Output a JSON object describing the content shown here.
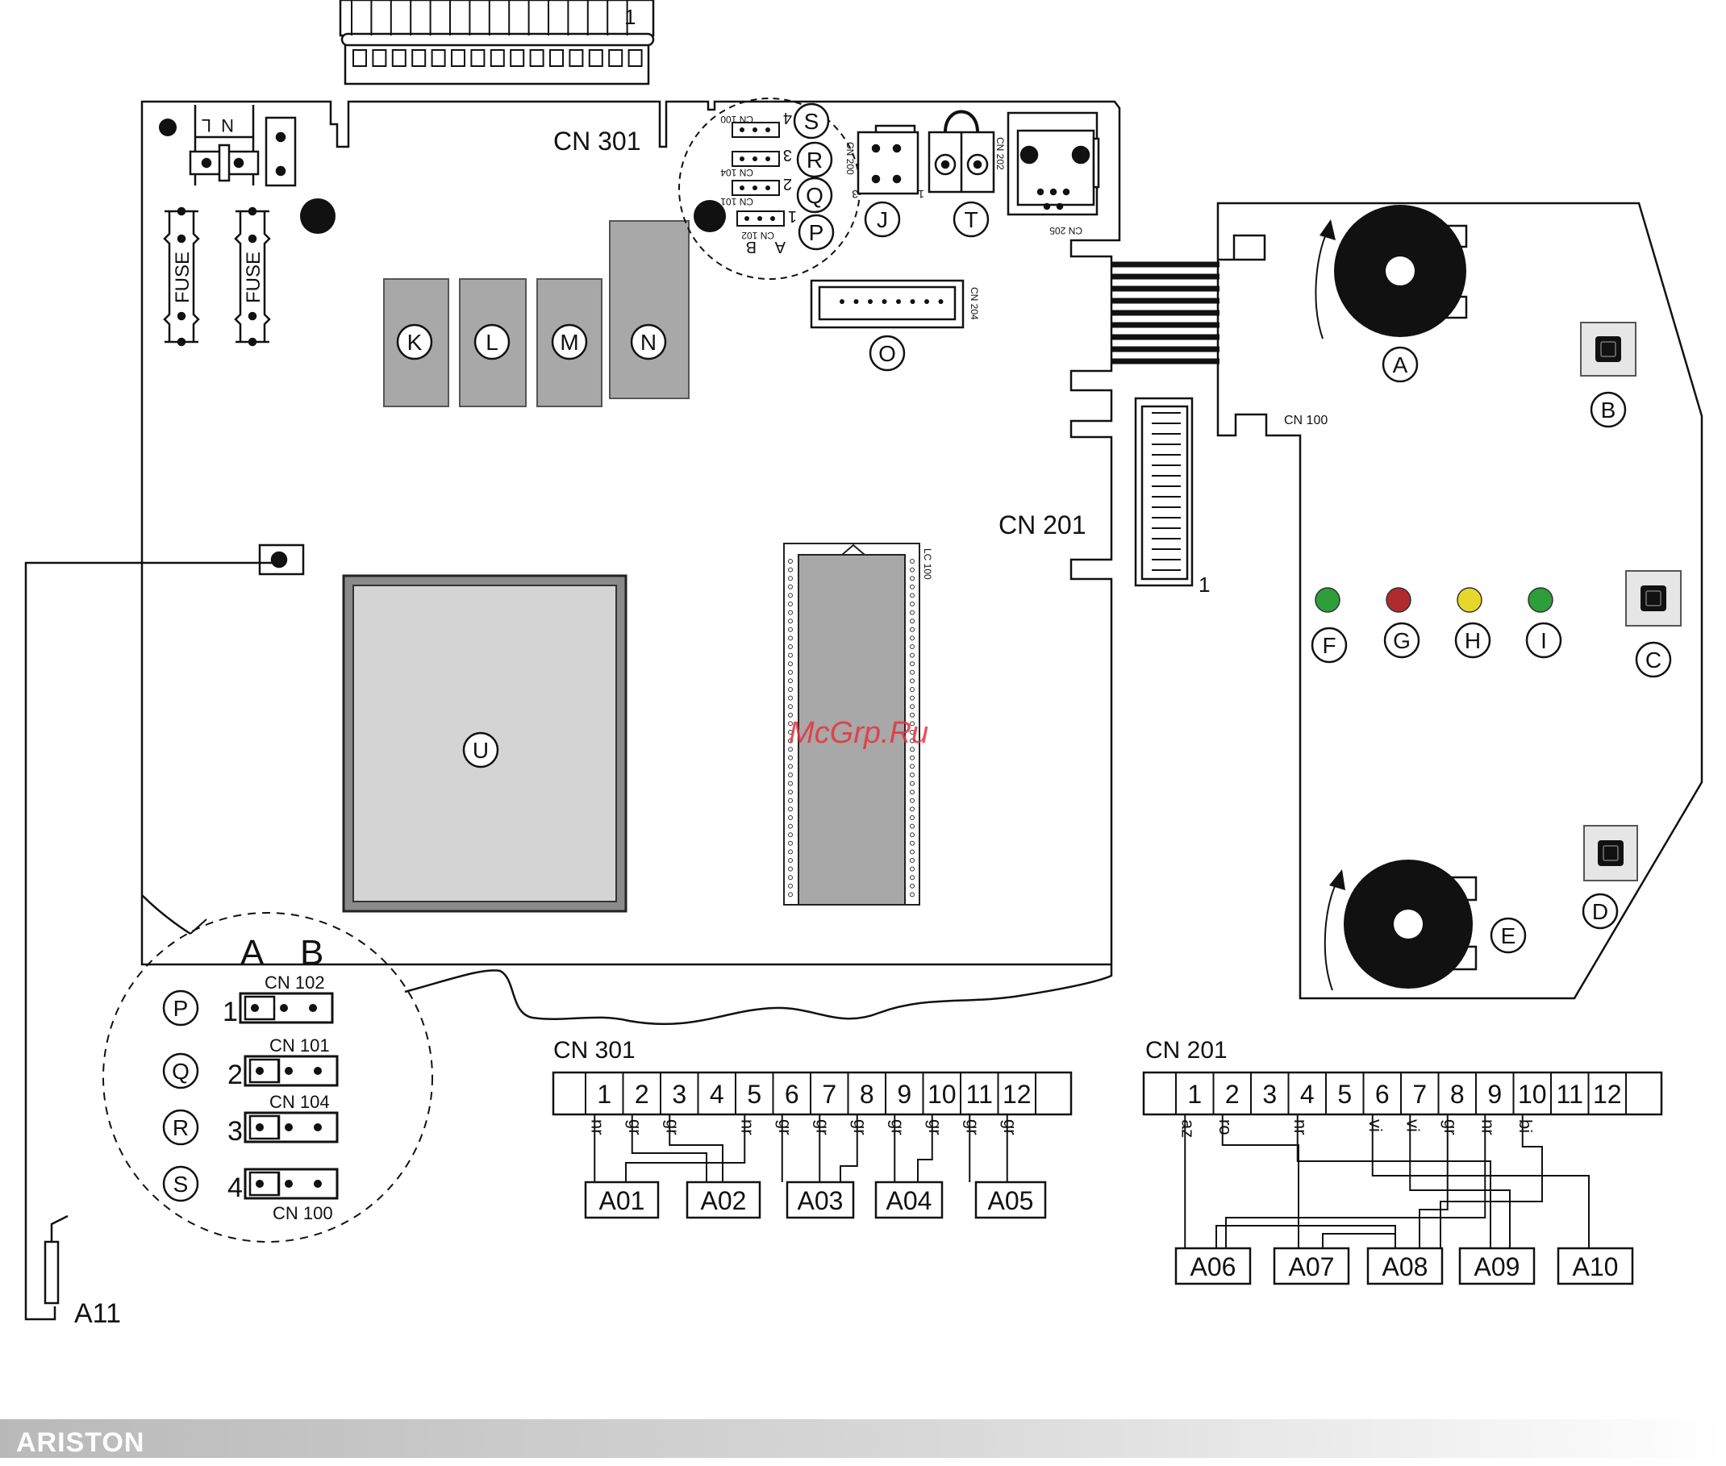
{
  "board": {
    "top_connector_pin": "1",
    "cn301": "CN 301",
    "cn201": "CN 201",
    "cn201_pin": "1",
    "cn100_small": "CN 100",
    "cn200": "CN 200",
    "cn202": "CN 202",
    "cn204": "CN 204",
    "cn205": "CN 205",
    "lc100": "LC 100",
    "j_pin_left": "3",
    "j_pin_right": "1",
    "fuse": "FUSE",
    "power_n": "N",
    "power_l": "L"
  },
  "callouts": {
    "K": "K",
    "L": "L",
    "M": "M",
    "N": "N",
    "O": "O",
    "J": "J",
    "T": "T",
    "U": "U",
    "P": "P",
    "Q": "Q",
    "R": "R",
    "S": "S",
    "A": "A",
    "B": "B",
    "C": "C",
    "D": "D",
    "E": "E",
    "F": "F",
    "G": "G",
    "H": "H",
    "I": "I"
  },
  "led_colors": {
    "F": "#2e9e3a",
    "G": "#b02b2e",
    "H": "#e6d72b",
    "I": "#2e9e3a"
  },
  "jumpers": {
    "col_a": "A",
    "col_b": "B",
    "rows": [
      {
        "letter": "P",
        "num": "1",
        "cn": "CN 102"
      },
      {
        "letter": "Q",
        "num": "2",
        "cn": "CN 101"
      },
      {
        "letter": "R",
        "num": "3",
        "cn": "CN 104"
      },
      {
        "letter": "S",
        "num": "4",
        "cn": "CN 100"
      }
    ]
  },
  "small_jumpers": {
    "cn100": "CN 100",
    "cn104": "CN 104",
    "cn101": "CN 101",
    "cn102": "CN 102",
    "n4": "4",
    "n3": "3",
    "n2": "2",
    "n1": "1",
    "a": "A",
    "b": "B"
  },
  "cn301_table": {
    "title": "CN 301",
    "pins": [
      "1",
      "2",
      "3",
      "4",
      "5",
      "6",
      "7",
      "8",
      "9",
      "10",
      "11",
      "12"
    ],
    "wires": [
      {
        "pin": "1",
        "color": "nr"
      },
      {
        "pin": "2",
        "color": "gr"
      },
      {
        "pin": "3",
        "color": "gr"
      },
      {
        "pin": "5",
        "color": "nr"
      },
      {
        "pin": "6",
        "color": "gr"
      },
      {
        "pin": "7",
        "color": "gr"
      },
      {
        "pin": "8",
        "color": "gr"
      },
      {
        "pin": "9",
        "color": "gr"
      },
      {
        "pin": "10",
        "color": "gr"
      },
      {
        "pin": "11",
        "color": "gr"
      },
      {
        "pin": "12",
        "color": "gr"
      }
    ],
    "devices": [
      "A01",
      "A02",
      "A03",
      "A04",
      "A05"
    ]
  },
  "cn201_table": {
    "title": "CN 201",
    "pins": [
      "1",
      "2",
      "3",
      "4",
      "5",
      "6",
      "7",
      "8",
      "9",
      "10",
      "11",
      "12"
    ],
    "wires": [
      {
        "pin": "1",
        "color": "az"
      },
      {
        "pin": "2",
        "color": "ro"
      },
      {
        "pin": "4",
        "color": "nr"
      },
      {
        "pin": "6",
        "color": "vi"
      },
      {
        "pin": "7",
        "color": "vi"
      },
      {
        "pin": "8",
        "color": "gr"
      },
      {
        "pin": "9",
        "color": "nr"
      },
      {
        "pin": "10",
        "color": "bi"
      }
    ],
    "devices": [
      "A06",
      "A07",
      "A08",
      "A09",
      "A10"
    ]
  },
  "sensor": {
    "label": "A11"
  },
  "watermark": "McGrp.Ru",
  "brand": "ARISTON"
}
